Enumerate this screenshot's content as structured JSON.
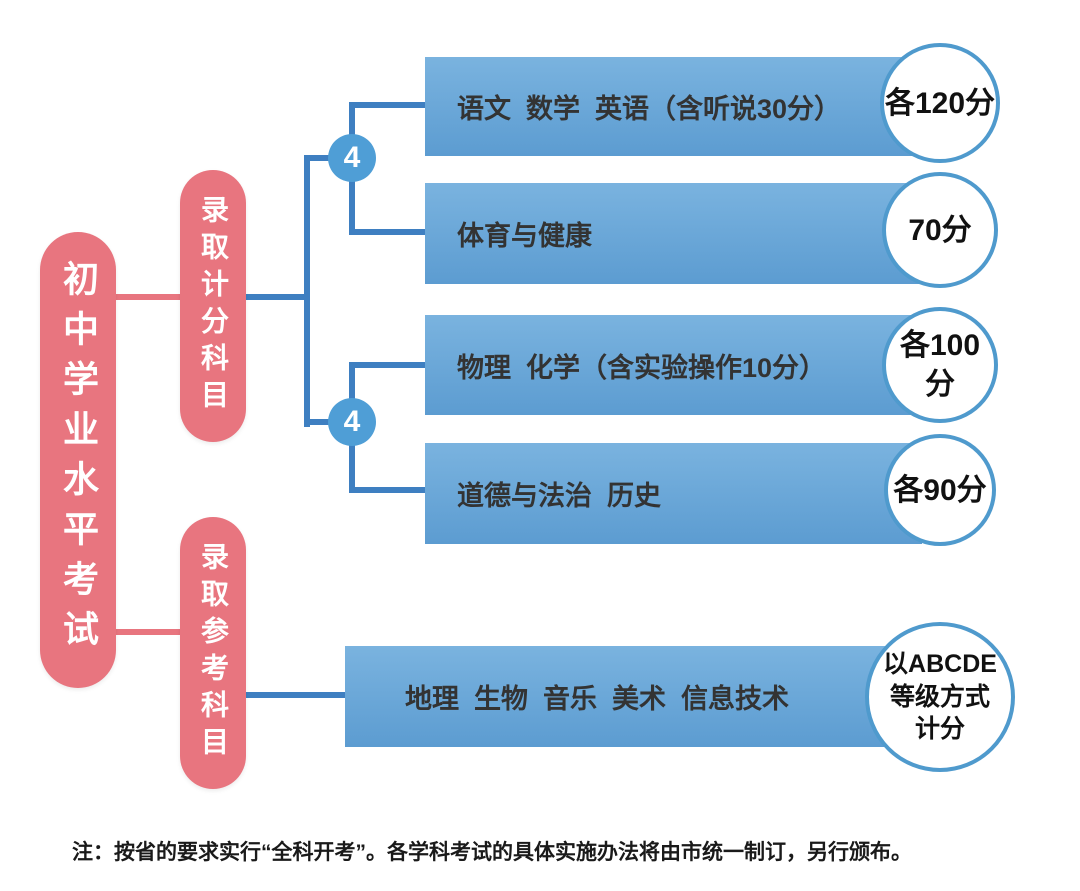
{
  "root": {
    "label": "初中学业水平考试"
  },
  "branches": [
    {
      "label": "录取计分科目"
    },
    {
      "label": "录取参考科目"
    }
  ],
  "groups": [
    {
      "count": "4"
    },
    {
      "count": "4"
    }
  ],
  "subjects": [
    {
      "label": "语文  数学  英语（含听说30分）",
      "score": "各120分"
    },
    {
      "label": "体育与健康",
      "score": "70分"
    },
    {
      "label": "物理  化学（含实验操作10分）",
      "score": "各100分"
    },
    {
      "label": "道德与法治  历史",
      "score": "各90分"
    },
    {
      "label": "地理  生物  音乐  美术  信息技术",
      "score": "以ABCDE\n等级方式\n计分"
    }
  ],
  "note": "注：按省的要求实行“全科开考”。各学科考试的具体实施办法将由市统一制订，另行颁布。",
  "colors": {
    "pink": "#e8757f",
    "bar-top": "#7ab3df",
    "bar-bottom": "#5c9cd1",
    "line": "#3e7fc1",
    "ring": "#4f9acd",
    "badge": "#4f9ed6",
    "text": "#333333"
  }
}
